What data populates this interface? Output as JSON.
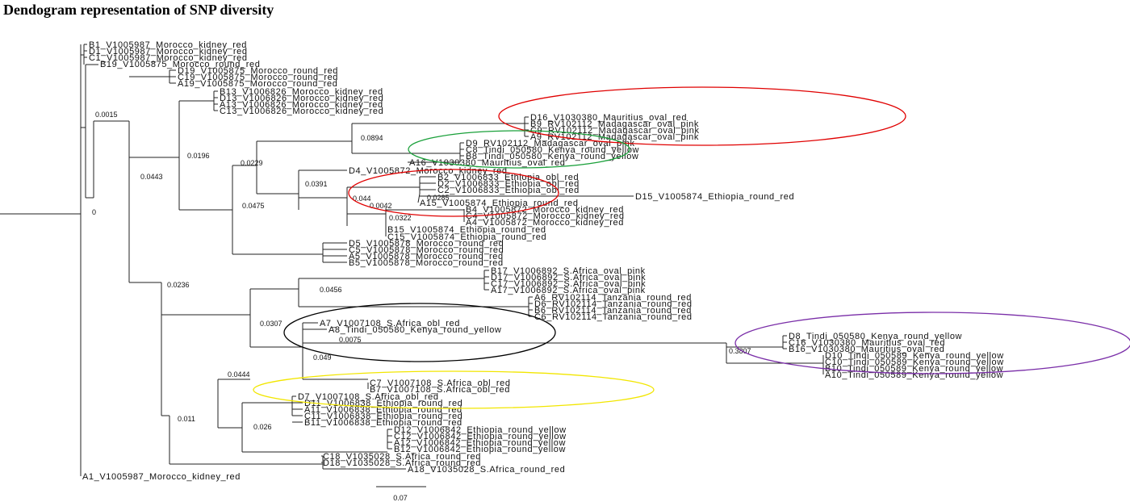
{
  "title": "Dendogram representation of SNP diversity",
  "scale_bar": "0.07",
  "root_label": "0",
  "colors": {
    "red": "#e00000",
    "green": "#1aa03a",
    "black": "#000000",
    "yellow": "#f2e600",
    "purple": "#7a2ea8"
  },
  "leaves": [
    "B1_V1005987_Morocco_kidney_red",
    "D1_V1005987_Morocco_kidney_red",
    "C1_V1005987_Morocco_kidney_red",
    "B19_V1005875_Morocco_round_red",
    "D19_V1005875_Morocco_round_red",
    "C19_V1005875_Morocco_round_red",
    "A19_V1005875_Morocco_round_red",
    "B13_V1006826_Morocco_kidney_red",
    "D13_V1006826_Morocco_kidney_red",
    "A13_V1006826_Morocco_kidney_red",
    "C13_V1006826_Morocco_kidney_red",
    "D16_V1030380_Mauritius_oval_red",
    "B9_RV102112_Madagascar_oval_pink",
    "C9_RV102112_Madagascar_oval_pink",
    "A9_RV102112_Madagascar_oval_pink",
    "D9_RV102112_Madagascar_oval_pink",
    "C8_Tindi_050580_Kenya_round_yellow",
    "B8_Tindi_050580_Kenya_round_yellow",
    "A16_V1030380_Mauritius_oval_red",
    "D4_V1005872_Morocco_kidney_red",
    "B2_V1006833_Ethiopia_obl_red",
    "D2_V1006833_Ethiopia_obl_red",
    "C2_V1006833_Ethiopia_obl_red",
    "D15_V1005874_Ethiopia_round_red",
    "A15_V1005874_Ethiopia_round_red",
    "B4_V1005872_Morocco_kidney_red",
    "C4_V1005872_Morocco_kidney_red",
    "A4_V1005872_Morocco_kidney_red",
    "B15_V1005874_Ethiopia_round_red",
    "C15_V1005874_Ethiopia_round_red",
    "D5_V1005878_Morocco_round_red",
    "C5_V1005878_Morocco_round_red",
    "A5_V1005878_Morocco_round_red",
    "B5_V1005878_Morocco_round_red",
    "B17_V1006892_S.Africa_oval_pink",
    "D17_V1006892_S.Africa_oval_pink",
    "C17_V1006892_S.Africa_oval_pink",
    "A17_V1006892_S.Africa_oval_pink",
    "A6_RV102114_Tanzania_round_red",
    "D6_RV102114_Tanzania_round_red",
    "B6_RV102114_Tanzania_round_red",
    "C6_RV102114_Tanzania_round_red",
    "A7_V1007108_S.Africa_obl_red",
    "A8_Tindi_050580_Kenya_round_yellow",
    "D8_Tindi_050580_Kenya_round_yellow",
    "C16_V1030380_Mauritius_oval_red",
    "B16_V1030380_Mauritius_oval_red",
    "D10_Tindi_050589_Kenya_round_yellow",
    "C10_Tindi_050589_Kenya_round_yellow",
    "B10_Tindi_050589_Kenya_round_yellow",
    "A10_Tindi_050589_Kenya_round_yellow",
    "C7_V1007108_S.Africa_obl_red",
    "B7_V1007108_S.Africa_obl_red",
    "D7_V1007108_S.Africa_obl_red",
    "D11_V1006838_Ethiopia_round_red",
    "A11_V1006838_Ethiopia_round_red",
    "C11_V1006838_Ethiopia_round_red",
    "B11_V1006838_Ethiopia_round_red",
    "D12_V1006842_Ethiopia_round_yellow",
    "C12_V1006842_Ethiopia_round_yellow",
    "A12_V1006842_Ethiopia_round_yellow",
    "B12_V1006842_Ethiopia_round_yellow",
    "C18_V1035028_S.Africa_round_red",
    "D18_V1035028_S.Africa_round_red",
    "A18_V1035028_S.Africa_round_red",
    "A1_V1005987_Morocco_kidney_red"
  ],
  "branch_labels": [
    "0.0015",
    "0.0443",
    "0.0196",
    "0.0229",
    "0.0894",
    "0.0391",
    "0.0475",
    "0.0236",
    "0.044",
    "0.0042",
    "0.0322",
    "0.0285",
    "0.0456",
    "0.0307",
    "0.0444",
    "0.049",
    "0.0075",
    "0.3807",
    "0.011",
    "0.026"
  ]
}
